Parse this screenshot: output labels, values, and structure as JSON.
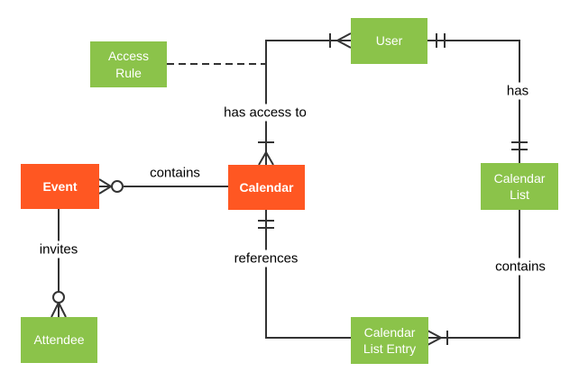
{
  "diagram": {
    "type": "entity-relationship",
    "entities": {
      "access_rule": {
        "label": "Access Rule",
        "color": "#8BC34A"
      },
      "user": {
        "label": "User",
        "color": "#8BC34A"
      },
      "event": {
        "label": "Event",
        "color": "#FF5722"
      },
      "calendar": {
        "label": "Calendar",
        "color": "#FF5722"
      },
      "calendar_list": {
        "label": "Calendar List",
        "color": "#8BC34A"
      },
      "calendar_list_entry": {
        "label": "Calendar List Entry",
        "color": "#8BC34A"
      },
      "attendee": {
        "label": "Attendee",
        "color": "#8BC34A"
      }
    },
    "relationships": {
      "event_contains_calendar": {
        "label": "contains",
        "event_end": "zero or many",
        "calendar_end": "none"
      },
      "calendar_has_access_to_user": {
        "label": "has access to",
        "calendar_end": "one or many",
        "user_end": "one or many"
      },
      "user_has_calendar_list": {
        "label": "has",
        "user_end": "one and only one",
        "calendar_list_end": "one and only one"
      },
      "calendar_list_contains_entry": {
        "label": "contains",
        "entry_end": "one or many",
        "calendar_list_end": "none"
      },
      "calendar_references_entry": {
        "label": "references",
        "calendar_end": "one and only one",
        "entry_end": "none"
      },
      "event_invites_attendee": {
        "label": "invites",
        "attendee_end": "zero or many",
        "event_end": "none"
      },
      "access_rule_link": {
        "label": "",
        "style": "dashed",
        "connects": "Access Rule to has-access-to line"
      }
    },
    "colors": {
      "entity_orange": "#FF5722",
      "entity_green": "#8BC34A",
      "entity_text": "#FFFFFF",
      "line": "#333333",
      "relationship_text": "#000000",
      "background": "#FFFFFF"
    }
  }
}
